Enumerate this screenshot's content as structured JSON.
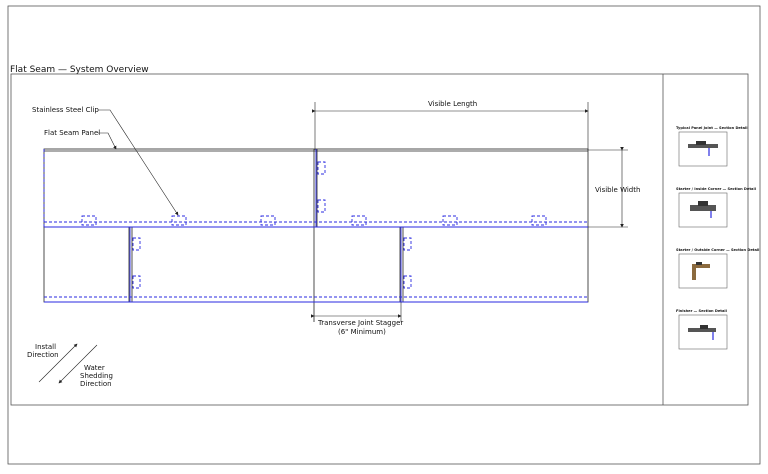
{
  "title": "Flat Seam — System Overview",
  "labels": {
    "clip": "Stainless Steel Clip",
    "panel": "Flat Seam Panel",
    "visible_length": "Visible Length",
    "visible_width": "Visible Width",
    "stagger_line1": "Transverse Joint Stagger",
    "stagger_line2": "(6\" Minimum)",
    "install_line1": "Install",
    "install_line2": "Direction",
    "water_line1": "Water",
    "water_line2": "Shedding",
    "water_line3": "Direction"
  },
  "details": [
    {
      "label": "Typical Panel Joint — Section Detail"
    },
    {
      "label": "Starter / Inside Corner — Section Detail"
    },
    {
      "label": "Starter / Outside Corner — Section Detail"
    },
    {
      "label": "Finisher — Section Detail"
    }
  ]
}
